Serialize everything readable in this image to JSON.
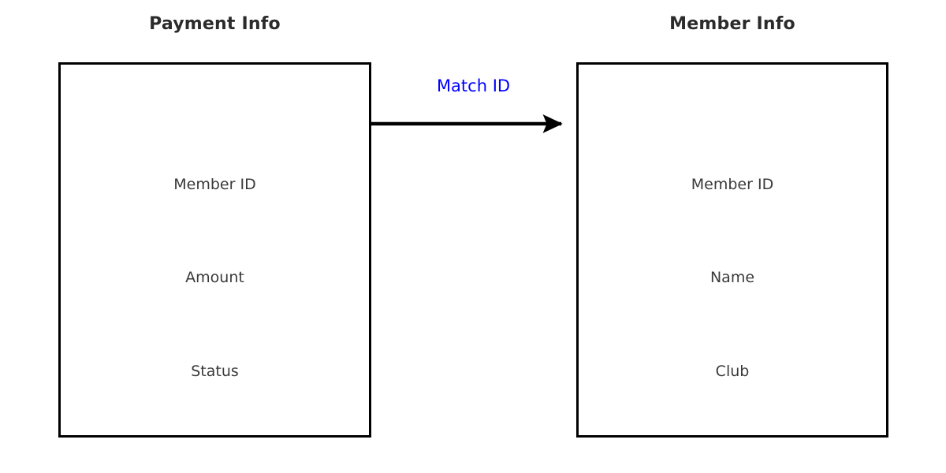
{
  "diagram": {
    "type": "entity-mapping",
    "background_color": "#ffffff",
    "panels": [
      {
        "id": "payment",
        "title": "Payment Info",
        "title_color": "#2b2b2b",
        "border_color": "#000000",
        "fill_color": "#ffffff",
        "fields": [
          {
            "label": "Member ID"
          },
          {
            "label": "Amount"
          },
          {
            "label": "Status"
          }
        ]
      },
      {
        "id": "member",
        "title": "Member Info",
        "title_color": "#2b2b2b",
        "border_color": "#000000",
        "fill_color": "#ffffff",
        "fields": [
          {
            "label": "Member ID"
          },
          {
            "label": "Name"
          },
          {
            "label": "Club"
          }
        ]
      }
    ],
    "connector": {
      "label": "Match ID",
      "label_color": "#0000ff",
      "line_color": "#000000",
      "from_panel": "payment",
      "from_field": "Member ID",
      "to_panel": "member",
      "to_field": "Member ID",
      "direction": "left-to-right",
      "arrowhead": "solid-triangle"
    }
  }
}
